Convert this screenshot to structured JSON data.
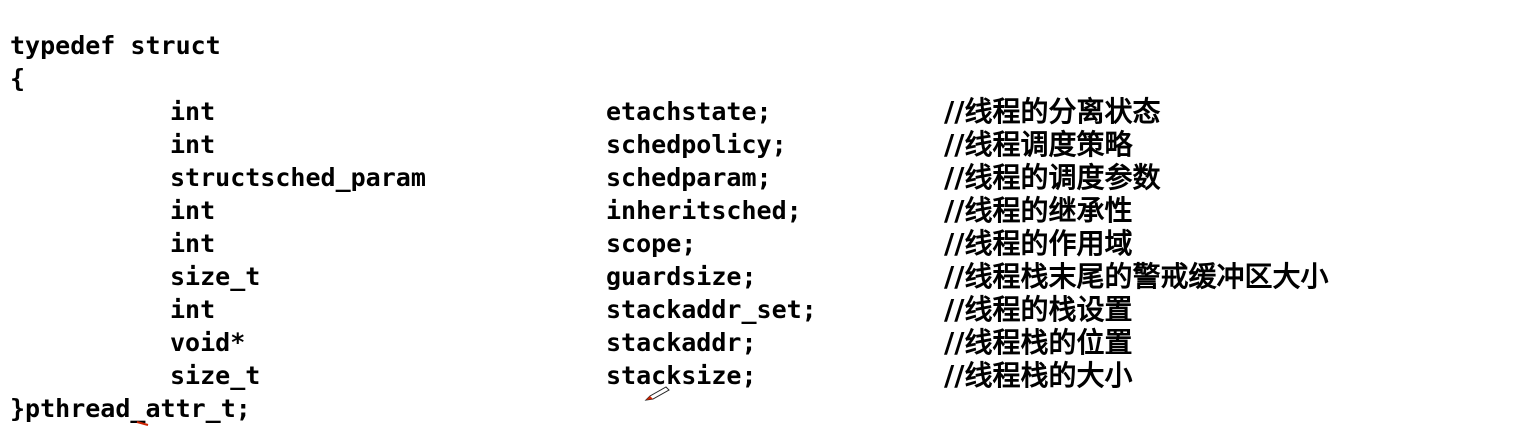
{
  "code": {
    "header": [
      "typedef struct",
      "{"
    ],
    "fields": [
      {
        "type": "int",
        "name": "etachstate;",
        "comment": "//线程的分离状态"
      },
      {
        "type": "int",
        "name": "schedpolicy;",
        "comment": "//线程调度策略"
      },
      {
        "type": "structsched_param",
        "name": "schedparam;",
        "comment": "//线程的调度参数"
      },
      {
        "type": "int",
        "name": "inheritsched;",
        "comment": "//线程的继承性"
      },
      {
        "type": "int",
        "name": "scope;",
        "comment": "//线程的作用域"
      },
      {
        "type": "size_t",
        "name": "guardsize;",
        "comment": "//线程栈末尾的警戒缓冲区大小"
      },
      {
        "type": "int",
        "name": "stackaddr_set;",
        "comment": "//线程的栈设置"
      },
      {
        "type": "void*",
        "name": "stackaddr;",
        "comment": "//线程栈的位置"
      },
      {
        "type": "size_t",
        "name": "stacksize;",
        "comment": "//线程栈的大小"
      }
    ],
    "footer": "}pthread_attr_t;"
  },
  "icons": {
    "cursor": "pen-cursor-icon",
    "annotation": "red-annotation-mark"
  },
  "colors": {
    "text": "#000000",
    "background": "#ffffff",
    "pen_red": "#cc2200"
  }
}
